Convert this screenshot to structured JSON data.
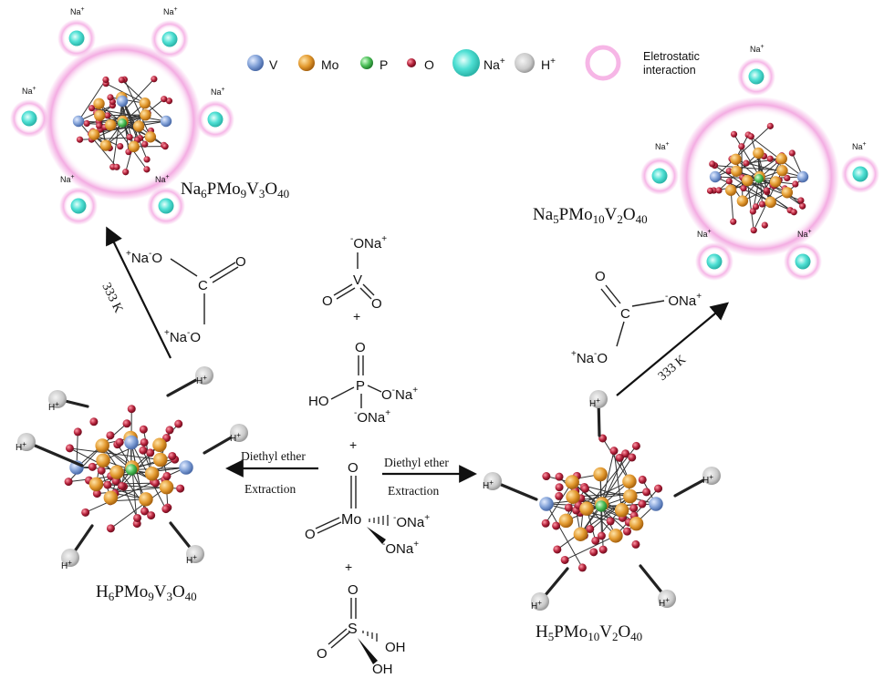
{
  "legend": {
    "items": [
      {
        "label": "V",
        "color": "#7f9fd6"
      },
      {
        "label": "Mo",
        "color": "#e39a2f"
      },
      {
        "label": "P",
        "color": "#4cbf58"
      },
      {
        "label": "O",
        "color": "#b3213a"
      },
      {
        "label": "Na",
        "sup": "+",
        "color": "#4fe0d4"
      },
      {
        "label": "H",
        "sup": "+",
        "color": "#c9c9c9"
      }
    ],
    "electrostatic_line1": "Eletrostatic",
    "electrostatic_line2": "interaction",
    "electrostatic_color": "#f4a9e2"
  },
  "ion_labels": {
    "na": "Na",
    "h": "H",
    "plus": "+",
    "minus": "-"
  },
  "compounds": {
    "na6": {
      "a": "Na",
      "a_sub": "6",
      "b": "PMo",
      "b_sub": "9",
      "c": "V",
      "c_sub": "3",
      "d": "O",
      "d_sub": "40"
    },
    "na5": {
      "a": "Na",
      "a_sub": "5",
      "b": "PMo",
      "b_sub": "10",
      "c": "V",
      "c_sub": "2",
      "d": "O",
      "d_sub": "40"
    },
    "h6": {
      "a": "H",
      "a_sub": "6",
      "b": "PMo",
      "b_sub": "9",
      "c": "V",
      "c_sub": "3",
      "d": "O",
      "d_sub": "40"
    },
    "h5": {
      "a": "H",
      "a_sub": "5",
      "b": "PMo",
      "b_sub": "10",
      "c": "V",
      "c_sub": "2",
      "d": "O",
      "d_sub": "40"
    }
  },
  "arrows": {
    "temp_left": "333 K",
    "temp_right": "333 K",
    "extract_left_top": "Diethyl ether",
    "extract_left_bottom": "Extraction",
    "extract_right_top": "Diethyl ether",
    "extract_right_bottom": "Extraction"
  },
  "reagents": {
    "plus": "+",
    "vanadate": {
      "o_na": "O",
      "na": "Na",
      "v": "V",
      "o1": "O",
      "o2": "O"
    },
    "phosphate": {
      "o_top": "O",
      "p": "P",
      "ho": "HO",
      "o_na1": "O",
      "na1": "Na",
      "o_na2": "O",
      "na2": "Na"
    },
    "molybdate": {
      "o_top": "O",
      "o_left": "O",
      "mo": "Mo",
      "o_na1": "O",
      "na1": "Na",
      "o_na2": "O",
      "na2": "Na"
    },
    "sulfuric": {
      "o_top": "O",
      "o_left": "O",
      "s": "S",
      "oh1": "OH",
      "oh2": "OH"
    },
    "carbonate_left": {
      "na1": "Na",
      "o1": "O",
      "c": "C",
      "o_dbl": "O",
      "na2": "Na",
      "o2": "O"
    },
    "carbonate_right": {
      "o_dbl": "O",
      "c": "C",
      "o1": "O",
      "na1": "Na",
      "na2": "Na",
      "o2": "O"
    }
  }
}
